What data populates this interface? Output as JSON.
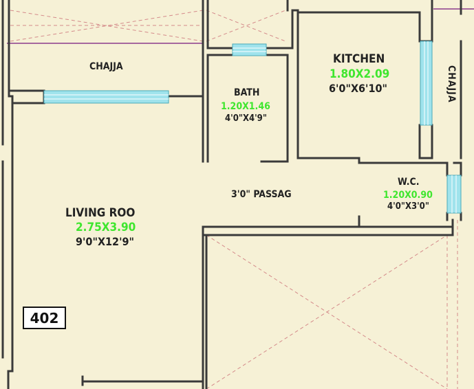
{
  "plan": {
    "colors": {
      "floor": "#f6f1d6",
      "wall": "#3a3a3a",
      "window": "#9fe3ec",
      "dashed": "#d48a8a",
      "metric_dim": "#3fe62e",
      "purple_line": "#8b3a8b"
    },
    "rooms": {
      "chajja_top": {
        "name": "CHAJJA"
      },
      "chajja_right": {
        "name": "CHAJJA"
      },
      "bath": {
        "name": "BATH",
        "dim_metric": "1.20X1.46",
        "dim_imperial": "4'0\"X4'9\""
      },
      "kitchen": {
        "name": "KITCHEN",
        "dim_metric": "1.80X2.09",
        "dim_imperial": "6'0\"X6'10\""
      },
      "passage": {
        "name": "3'0\" PASSAG"
      },
      "wc": {
        "name": "W.C.",
        "dim_metric": "1.20X0.90",
        "dim_imperial": "4'0\"X3'0\""
      },
      "living": {
        "name": "LIVING ROO",
        "dim_metric": "2.75X3.90",
        "dim_imperial": "9'0\"X12'9\""
      }
    },
    "unit_number": "402"
  }
}
